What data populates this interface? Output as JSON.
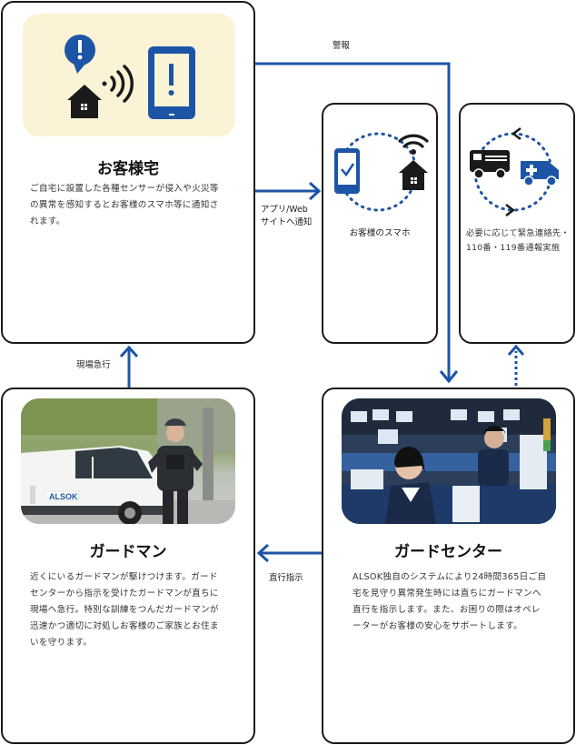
{
  "colors": {
    "accent": "#1d55a6",
    "frame": "#1a1a1a",
    "cream": "#fbf3d6"
  },
  "home": {
    "title": "お客様宅",
    "lines": [
      "ご自宅に設置した各種センサーが侵入や火災等",
      "の異常を感知するとお客様のスマホ等に通知さ",
      "れます。"
    ]
  },
  "phone": {
    "caption": "お客様のスマホ"
  },
  "emergency": {
    "lines": [
      "必要に応じて緊急連絡先・",
      "110番・119番通報実施"
    ]
  },
  "guard_center": {
    "title": "ガードセンター",
    "lines": [
      "ALSOK独自のシステムにより24時間365日ご自",
      "宅を見守り異常発生時には直ちにガードマンへ",
      "直行を指示します。また、お困りの際はオペレ",
      "ーターがお客様の安心をサポートします。"
    ]
  },
  "guardman": {
    "title": "ガードマン",
    "lines": [
      "近くにいるガードマンが駆けつけます。ガード",
      "センターから指示を受けたガードマンが直ちに",
      "現場へ急行。特別な訓練をつんだガードマンが",
      "迅速かつ適切に対処しお客様のご家族とお住ま",
      "いを守ります。"
    ],
    "van_logo": "ALSOK"
  },
  "arrows": {
    "alarm": "警報",
    "notify_lines": [
      "アプリ/Web",
      "サイトへ通知"
    ],
    "dispatch": "現場急行",
    "direct": "直行指示"
  },
  "icons": [
    "alert-bubble-icon",
    "house-icon",
    "signal-waves-icon",
    "smartphone-alert-icon",
    "smartphone-check-icon",
    "wifi-icon",
    "fire-truck-icon",
    "ambulance-icon"
  ]
}
